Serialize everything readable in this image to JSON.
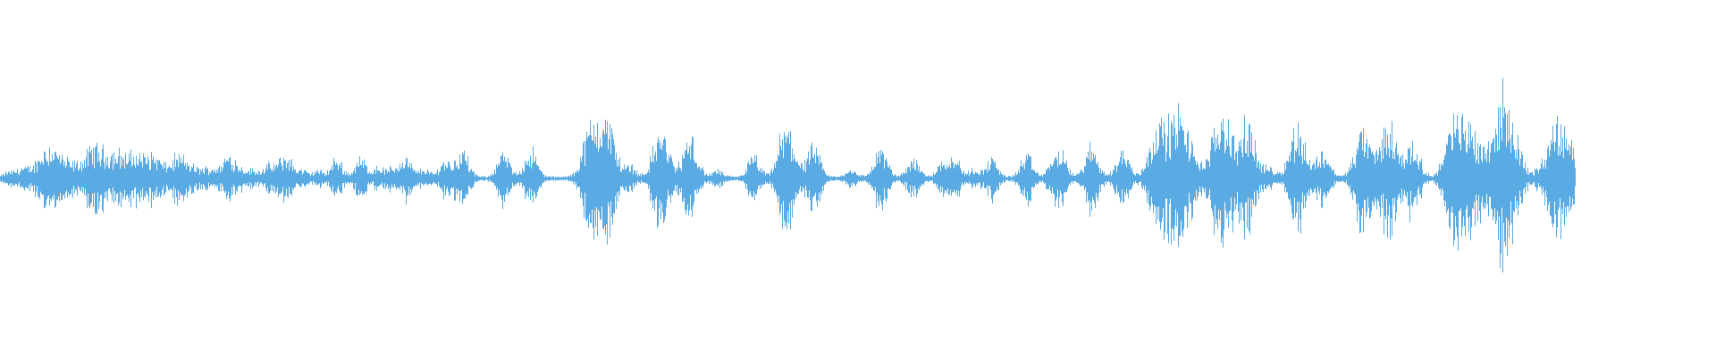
{
  "waveform": {
    "color": "#5aaae3",
    "background": "#ffffff",
    "bursts": [
      {
        "t": 0.005,
        "a": 0.03
      },
      {
        "t": 0.012,
        "a": 0.05
      },
      {
        "t": 0.018,
        "a": 0.04
      },
      {
        "t": 0.024,
        "a": 0.1
      },
      {
        "t": 0.029,
        "a": 0.13
      },
      {
        "t": 0.034,
        "a": 0.09
      },
      {
        "t": 0.04,
        "a": 0.07
      },
      {
        "t": 0.046,
        "a": 0.06
      },
      {
        "t": 0.052,
        "a": 0.11
      },
      {
        "t": 0.057,
        "a": 0.12
      },
      {
        "t": 0.062,
        "a": 0.08
      },
      {
        "t": 0.067,
        "a": 0.1
      },
      {
        "t": 0.072,
        "a": 0.09
      },
      {
        "t": 0.078,
        "a": 0.1
      },
      {
        "t": 0.083,
        "a": 0.08
      },
      {
        "t": 0.089,
        "a": 0.11
      },
      {
        "t": 0.094,
        "a": 0.05
      },
      {
        "t": 0.101,
        "a": 0.08
      },
      {
        "t": 0.106,
        "a": 0.09
      },
      {
        "t": 0.112,
        "a": 0.05
      },
      {
        "t": 0.118,
        "a": 0.04
      },
      {
        "t": 0.124,
        "a": 0.05
      },
      {
        "t": 0.133,
        "a": 0.13
      },
      {
        "t": 0.14,
        "a": 0.05
      },
      {
        "t": 0.147,
        "a": 0.04
      },
      {
        "t": 0.155,
        "a": 0.06
      },
      {
        "t": 0.161,
        "a": 0.05
      },
      {
        "t": 0.167,
        "a": 0.12
      },
      {
        "t": 0.176,
        "a": 0.04
      },
      {
        "t": 0.185,
        "a": 0.04
      },
      {
        "t": 0.196,
        "a": 0.11
      },
      {
        "t": 0.21,
        "a": 0.11
      },
      {
        "t": 0.22,
        "a": 0.06
      },
      {
        "t": 0.228,
        "a": 0.05
      },
      {
        "t": 0.236,
        "a": 0.12
      },
      {
        "t": 0.247,
        "a": 0.05
      },
      {
        "t": 0.259,
        "a": 0.1
      },
      {
        "t": 0.269,
        "a": 0.16
      },
      {
        "t": 0.293,
        "a": 0.14
      },
      {
        "t": 0.309,
        "a": 0.16
      },
      {
        "t": 0.341,
        "a": 0.16
      },
      {
        "t": 0.346,
        "a": 0.13
      },
      {
        "t": 0.351,
        "a": 0.3
      },
      {
        "t": 0.357,
        "a": 0.13
      },
      {
        "t": 0.367,
        "a": 0.07
      },
      {
        "t": 0.385,
        "a": 0.28
      },
      {
        "t": 0.402,
        "a": 0.23
      },
      {
        "t": 0.418,
        "a": 0.04
      },
      {
        "t": 0.439,
        "a": 0.12
      },
      {
        "t": 0.455,
        "a": 0.13
      },
      {
        "t": 0.46,
        "a": 0.23
      },
      {
        "t": 0.474,
        "a": 0.17
      },
      {
        "t": 0.496,
        "a": 0.05
      },
      {
        "t": 0.513,
        "a": 0.17
      },
      {
        "t": 0.532,
        "a": 0.12
      },
      {
        "t": 0.549,
        "a": 0.09
      },
      {
        "t": 0.556,
        "a": 0.12
      },
      {
        "t": 0.568,
        "a": 0.05
      },
      {
        "t": 0.578,
        "a": 0.11
      },
      {
        "t": 0.598,
        "a": 0.13
      },
      {
        "t": 0.613,
        "a": 0.07
      },
      {
        "t": 0.618,
        "a": 0.13
      },
      {
        "t": 0.636,
        "a": 0.18
      },
      {
        "t": 0.654,
        "a": 0.16
      },
      {
        "t": 0.674,
        "a": 0.3
      },
      {
        "t": 0.683,
        "a": 0.2
      },
      {
        "t": 0.689,
        "a": 0.28
      },
      {
        "t": 0.697,
        "a": 0.08
      },
      {
        "t": 0.712,
        "a": 0.4
      },
      {
        "t": 0.727,
        "a": 0.3
      },
      {
        "t": 0.74,
        "a": 0.05
      },
      {
        "t": 0.756,
        "a": 0.3
      },
      {
        "t": 0.771,
        "a": 0.16
      },
      {
        "t": 0.794,
        "a": 0.28
      },
      {
        "t": 0.809,
        "a": 0.32
      },
      {
        "t": 0.823,
        "a": 0.2
      },
      {
        "t": 0.846,
        "a": 0.28
      },
      {
        "t": 0.855,
        "a": 0.3
      },
      {
        "t": 0.863,
        "a": 0.12
      },
      {
        "t": 0.876,
        "a": 0.48
      },
      {
        "t": 0.886,
        "a": 0.06
      },
      {
        "t": 0.897,
        "a": 0.04
      },
      {
        "t": 0.907,
        "a": 0.33
      },
      {
        "t": 0.916,
        "a": 0.12
      }
    ]
  }
}
